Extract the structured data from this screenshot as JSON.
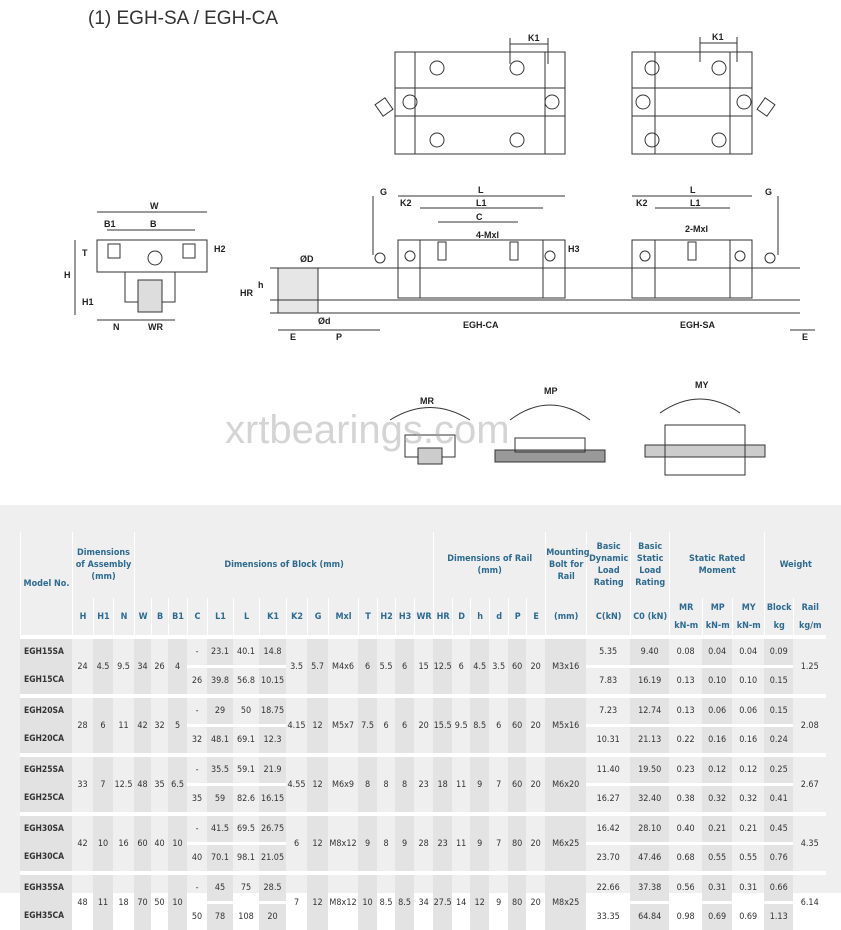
{
  "title": "(1) EGH-SA / EGH-CA",
  "watermark": "xrtbearings.com",
  "drawing_labels": {
    "k1_ca": "K1",
    "k1_sa": "K1",
    "w": "W",
    "b1": "B1",
    "b": "B",
    "h": "H",
    "h1": "H1",
    "t": "T",
    "h2": "H2",
    "n": "N",
    "wr": "WR",
    "g_ca": "G",
    "l_ca": "L",
    "l1_ca": "L1",
    "c": "C",
    "k2_ca": "K2",
    "mxl4": "4-Mxl",
    "h3": "H3",
    "od": "ØD",
    "hh": "h",
    "hr": "HR",
    "d": "Ød",
    "e_left": "E",
    "p": "P",
    "egh_ca": "EGH-CA",
    "egh_sa": "EGH-SA",
    "l_sa": "L",
    "l1_sa": "L1",
    "k2_sa": "K2",
    "mxl2": "2-Mxl",
    "g_sa": "G",
    "e_right": "E",
    "mr": "MR",
    "mp": "MP",
    "my": "MY"
  },
  "table": {
    "group_headers": {
      "model": "Model No.",
      "assembly": "Dimensions of Assembly (mm)",
      "block": "Dimensions of Block (mm)",
      "rail": "Dimensions of Rail (mm)",
      "bolt": "Mounting Bolt for Rail",
      "dynamic": "Basic Dynamic Load Rating",
      "static": "Basic Static Load Rating",
      "moment": "Static Rated Moment",
      "weight": "Weight"
    },
    "columns": [
      "H",
      "H1",
      "N",
      "W",
      "B",
      "B1",
      "C",
      "L1",
      "L",
      "K1",
      "K2",
      "G",
      "Mxl",
      "T",
      "H2",
      "H3",
      "WR",
      "HR",
      "D",
      "h",
      "d",
      "P",
      "E",
      "(mm)",
      "C(kN)",
      "C0 (kN)",
      "MR",
      "MP",
      "MY",
      "Block",
      "Rail"
    ],
    "units": {
      "mr": "kN-m",
      "mp": "kN-m",
      "my": "kN-m",
      "block": "kg",
      "rail": "kg/m"
    },
    "groups": [
      {
        "models": [
          "EGH15SA",
          "EGH15CA"
        ],
        "H": "24",
        "H1": "4.5",
        "N": "9.5",
        "W": "34",
        "B": "26",
        "B1": "4",
        "per": [
          [
            "-",
            "23.1",
            "40.1",
            "14.8"
          ],
          [
            "26",
            "39.8",
            "56.8",
            "10.15"
          ]
        ],
        "K2": "3.5",
        "G": "5.7",
        "Mxl": "M4x6",
        "T": "6",
        "H2": "5.5",
        "H3": "6",
        "WR": "15",
        "HR": "12.5",
        "D": "6",
        "h": "4.5",
        "d": "3.5",
        "P": "60",
        "E": "20",
        "bolt": "M3x16",
        "load": [
          [
            "5.35",
            "9.40",
            "0.08",
            "0.04",
            "0.04",
            "0.09"
          ],
          [
            "7.83",
            "16.19",
            "0.13",
            "0.10",
            "0.10",
            "0.15"
          ]
        ],
        "rail": "1.25"
      },
      {
        "models": [
          "EGH20SA",
          "EGH20CA"
        ],
        "H": "28",
        "H1": "6",
        "N": "11",
        "W": "42",
        "B": "32",
        "B1": "5",
        "per": [
          [
            "-",
            "29",
            "50",
            "18.75"
          ],
          [
            "32",
            "48.1",
            "69.1",
            "12.3"
          ]
        ],
        "K2": "4.15",
        "G": "12",
        "Mxl": "M5x7",
        "T": "7.5",
        "H2": "6",
        "H3": "6",
        "WR": "20",
        "HR": "15.5",
        "D": "9.5",
        "h": "8.5",
        "d": "6",
        "P": "60",
        "E": "20",
        "bolt": "M5x16",
        "load": [
          [
            "7.23",
            "12.74",
            "0.13",
            "0.06",
            "0.06",
            "0.15"
          ],
          [
            "10.31",
            "21.13",
            "0.22",
            "0.16",
            "0.16",
            "0.24"
          ]
        ],
        "rail": "2.08"
      },
      {
        "models": [
          "EGH25SA",
          "EGH25CA"
        ],
        "H": "33",
        "H1": "7",
        "N": "12.5",
        "W": "48",
        "B": "35",
        "B1": "6.5",
        "per": [
          [
            "-",
            "35.5",
            "59.1",
            "21.9"
          ],
          [
            "35",
            "59",
            "82.6",
            "16.15"
          ]
        ],
        "K2": "4.55",
        "G": "12",
        "Mxl": "M6x9",
        "T": "8",
        "H2": "8",
        "H3": "8",
        "WR": "23",
        "HR": "18",
        "D": "11",
        "h": "9",
        "d": "7",
        "P": "60",
        "E": "20",
        "bolt": "M6x20",
        "load": [
          [
            "11.40",
            "19.50",
            "0.23",
            "0.12",
            "0.12",
            "0.25"
          ],
          [
            "16.27",
            "32.40",
            "0.38",
            "0.32",
            "0.32",
            "0.41"
          ]
        ],
        "rail": "2.67"
      },
      {
        "models": [
          "EGH30SA",
          "EGH30CA"
        ],
        "H": "42",
        "H1": "10",
        "N": "16",
        "W": "60",
        "B": "40",
        "B1": "10",
        "per": [
          [
            "-",
            "41.5",
            "69.5",
            "26.75"
          ],
          [
            "40",
            "70.1",
            "98.1",
            "21.05"
          ]
        ],
        "K2": "6",
        "G": "12",
        "Mxl": "M8x12",
        "T": "9",
        "H2": "8",
        "H3": "9",
        "WR": "28",
        "HR": "23",
        "D": "11",
        "h": "9",
        "d": "7",
        "P": "80",
        "E": "20",
        "bolt": "M6x25",
        "load": [
          [
            "16.42",
            "28.10",
            "0.40",
            "0.21",
            "0.21",
            "0.45"
          ],
          [
            "23.70",
            "47.46",
            "0.68",
            "0.55",
            "0.55",
            "0.76"
          ]
        ],
        "rail": "4.35"
      },
      {
        "models": [
          "EGH35SA",
          "EGH35CA"
        ],
        "H": "48",
        "H1": "11",
        "N": "18",
        "W": "70",
        "B": "50",
        "B1": "10",
        "per": [
          [
            "-",
            "45",
            "75",
            "28.5"
          ],
          [
            "50",
            "78",
            "108",
            "20"
          ]
        ],
        "K2": "7",
        "G": "12",
        "Mxl": "M8x12",
        "T": "10",
        "H2": "8.5",
        "H3": "8.5",
        "WR": "34",
        "HR": "27.5",
        "D": "14",
        "h": "12",
        "d": "9",
        "P": "80",
        "E": "20",
        "bolt": "M8x25",
        "load": [
          [
            "22.66",
            "37.38",
            "0.56",
            "0.31",
            "0.31",
            "0.66"
          ],
          [
            "33.35",
            "64.84",
            "0.98",
            "0.69",
            "0.69",
            "1.13"
          ]
        ],
        "rail": "6.14"
      }
    ]
  }
}
